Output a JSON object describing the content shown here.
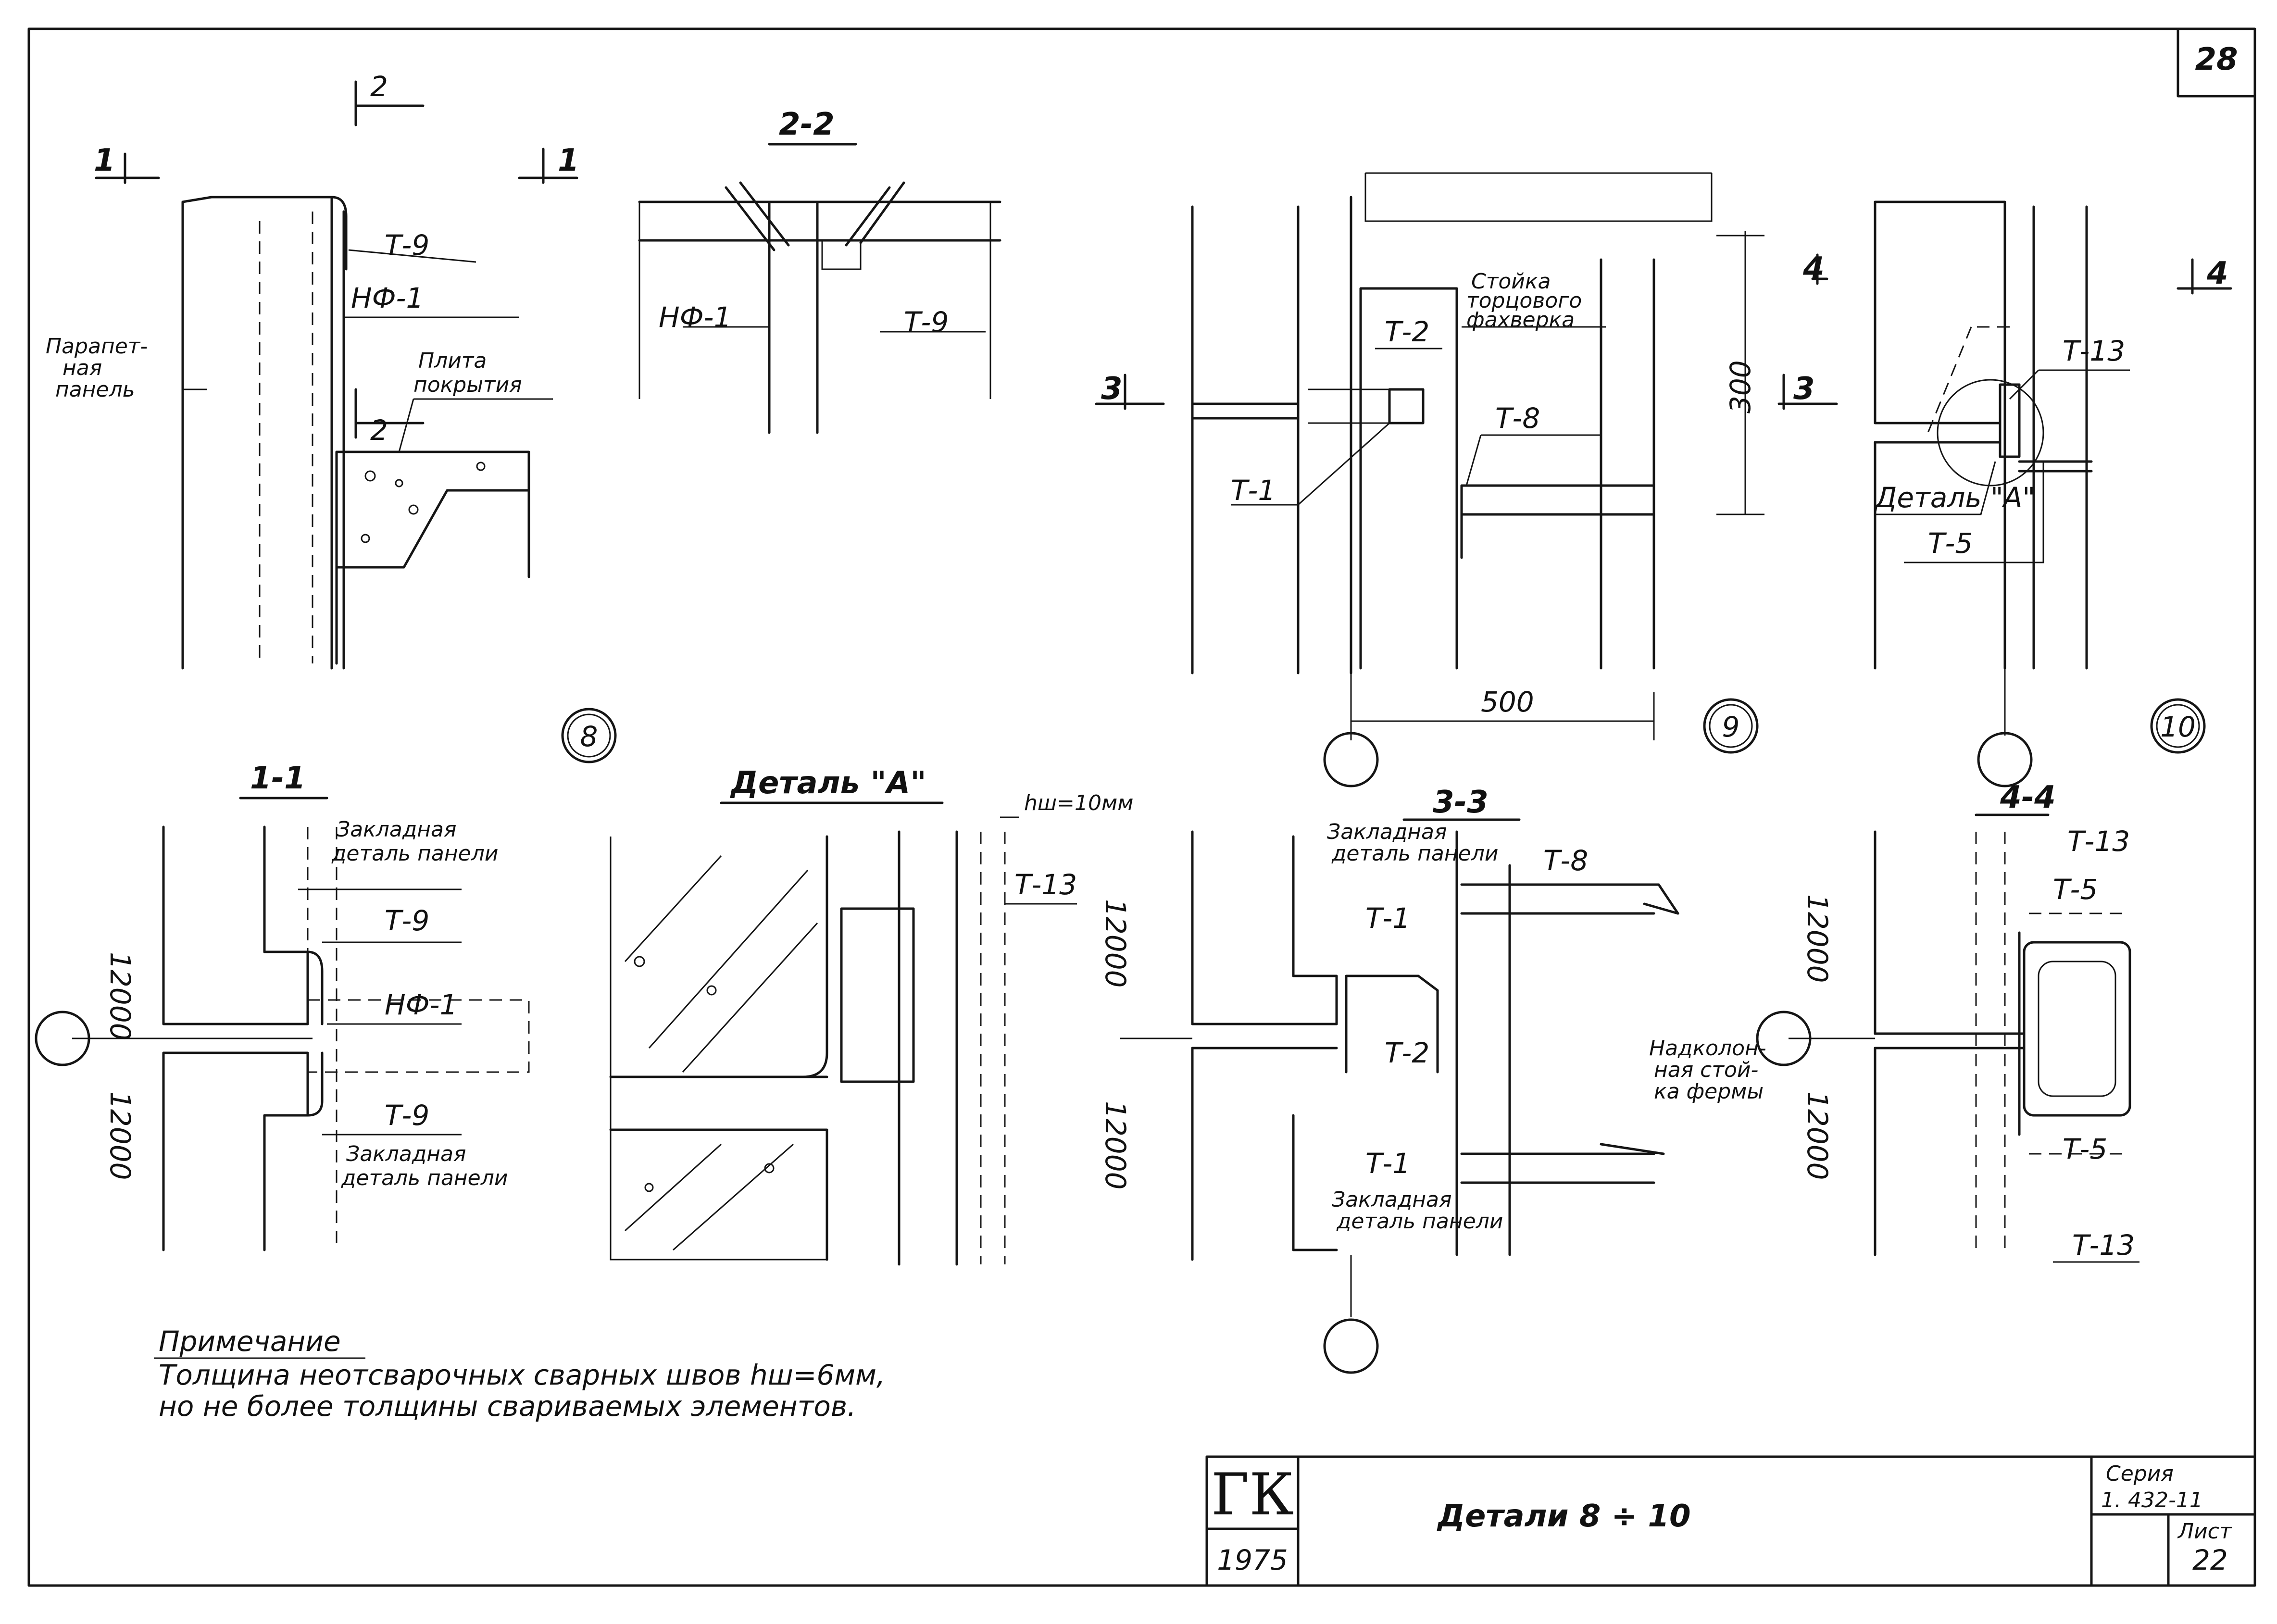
{
  "sheet": {
    "page_number": "28",
    "note_heading": "Примечание",
    "note_line1": "Толщина неотсварочных сварных швов hш=6мм,",
    "note_line2": "но не более толщины свариваемых элементов."
  },
  "title_block": {
    "logo": "ГК",
    "year": "1975",
    "title": "Детали 8 ÷ 10",
    "series_label": "Серия",
    "series_value": "1. 432-11",
    "sheet_label": "Лист",
    "sheet_value": "22"
  },
  "detail8": {
    "number": "8",
    "cut1": "1",
    "cut2": "2",
    "t9": "Т-9",
    "nf1": "НФ-1",
    "parapet": [
      "Парапет-",
      "ная",
      "панель"
    ],
    "slab": [
      "Плита",
      "покрытия"
    ]
  },
  "section22": {
    "title": "2-2",
    "nf1": "НФ-1",
    "t9": "Т-9"
  },
  "detail9": {
    "number": "9",
    "cut3": "3",
    "t2": "Т-2",
    "t8": "Т-8",
    "t1": "Т-1",
    "stand": [
      "Стойка",
      "торцового",
      "фахверка"
    ],
    "dim300": "300",
    "dim500": "500"
  },
  "detail10": {
    "number": "10",
    "cut4": "4",
    "t13": "Т-13",
    "t5": "Т-5",
    "detailA": "Деталь \"А\""
  },
  "section11": {
    "title": "1-1",
    "embed_top": [
      "Закладная",
      "деталь панели"
    ],
    "t9_top": "Т-9",
    "nf1": "НФ-1",
    "t9_bottom": "Т-9",
    "embed_bottom": [
      "Закладная",
      "деталь панели"
    ],
    "dim_top": "12000",
    "dim_bottom": "12000"
  },
  "detailA": {
    "title": "Деталь \"А\"",
    "hw": "hш=10мм",
    "t13": "Т-13"
  },
  "section33": {
    "title": "3-3",
    "embed_top": [
      "Закладная",
      "деталь панели"
    ],
    "t8": "Т-8",
    "t1_top": "Т-1",
    "t2": "Т-2",
    "t1_bottom": "Т-1",
    "embed_bottom": [
      "Закладная",
      "деталь панели"
    ],
    "truss": [
      "Надколон-",
      "ная стой-",
      "ка фермы"
    ],
    "dim_top": "12000",
    "dim_bottom": "12000"
  },
  "section44": {
    "title": "4-4",
    "t13_a": "Т-13",
    "t5_a": "Т-5",
    "t5_b": "Т-5",
    "t13_b": "Т-13",
    "dim_top": "12000",
    "dim_bottom": "12000"
  }
}
